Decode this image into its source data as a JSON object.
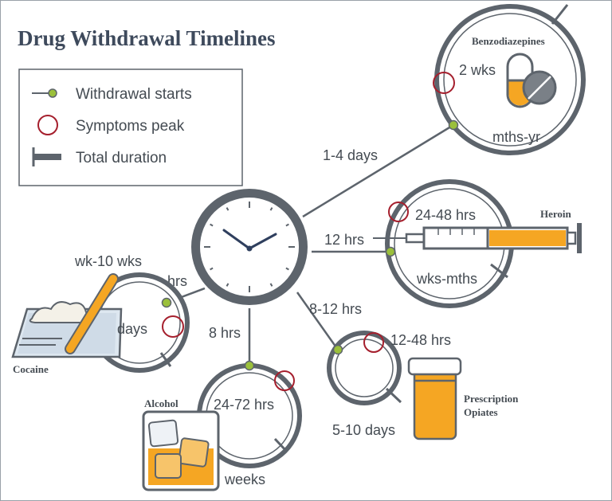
{
  "title": "Drug Withdrawal Timelines",
  "legend": {
    "starts": "Withdrawal starts",
    "peak": "Symptoms peak",
    "duration": "Total duration"
  },
  "clock_links": {
    "benzo": "1-4 days",
    "heroin": "12 hrs",
    "opiates": "8-12 hrs",
    "alcohol": "8 hrs",
    "cocaine": "hrs"
  },
  "drugs": {
    "benzo": {
      "name": "Benzodiazepines",
      "peak": "2 wks",
      "duration": "mths-yr"
    },
    "heroin": {
      "name": "Heroin",
      "peak": "24-48 hrs",
      "duration": "wks-mths"
    },
    "opiates": {
      "name_line1": "Prescription",
      "name_line2": "Opiates",
      "peak": "12-48 hrs",
      "duration": "5-10 days"
    },
    "alcohol": {
      "name": "Alcohol",
      "peak": "24-72 hrs",
      "duration": "weeks"
    },
    "cocaine": {
      "name": "Cocaine",
      "peak": "days",
      "duration": "wk-10 wks"
    }
  },
  "colors": {
    "ring": "#5d646c",
    "start_dot": "#9bc03b",
    "peak": "#a51f2d",
    "accent": "#f5a623",
    "title": "#3e4a5c"
  }
}
